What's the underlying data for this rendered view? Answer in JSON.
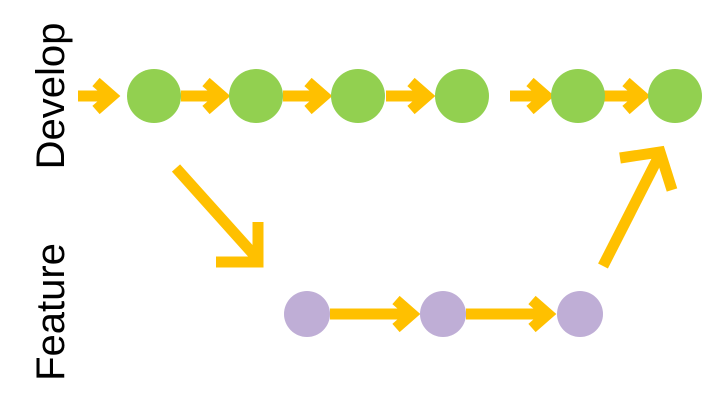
{
  "lanes": {
    "develop": {
      "label": "Develop"
    },
    "feature": {
      "label": "Feature"
    }
  },
  "colors": {
    "arrow": "#FFC000",
    "develop_commit": "#92D050",
    "feature_commit": "#BFAED6",
    "text": "#000000"
  },
  "commits": {
    "develop_count": 6,
    "feature_count": 3
  }
}
